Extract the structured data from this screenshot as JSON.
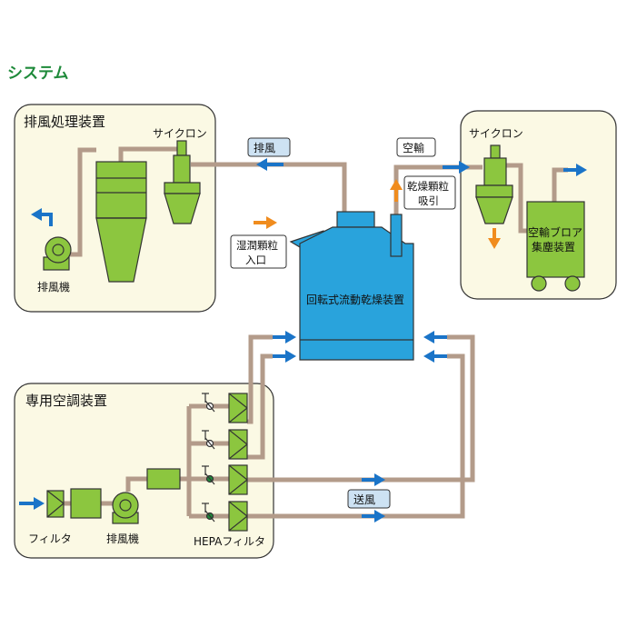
{
  "title": "システム",
  "sections": {
    "exhaust": "排風処理装置",
    "conveying": "サイクロン",
    "aircon": "専用空調装置"
  },
  "labels": {
    "cyclone_left": "サイクロン",
    "cyclone_right": "サイクロン",
    "exhaust_fan": "排風機",
    "tag_exhaust": "排風",
    "tag_transport": "空輸",
    "dried_suction_l1": "乾燥顆粒",
    "dried_suction_l2": "吸引",
    "wet_inlet_l1": "湿潤顆粒",
    "wet_inlet_l2": "入口",
    "dryer": "回転式流動乾燥装置",
    "blower_l1": "空輸ブロア",
    "blower_l2": "集塵装置",
    "tag_supply": "送風",
    "filter": "フィルタ",
    "fan_bottom": "排風機",
    "hepa": "HEPAフィルタ"
  },
  "colors": {
    "equipment": "#8cc63f",
    "dryer": "#29a3dc",
    "duct": "#b39b8a",
    "arrow_blue": "#1a74c8",
    "arrow_orange": "#f08c1e",
    "panel": "#fbf9e4",
    "tag": "#cde2f3"
  }
}
